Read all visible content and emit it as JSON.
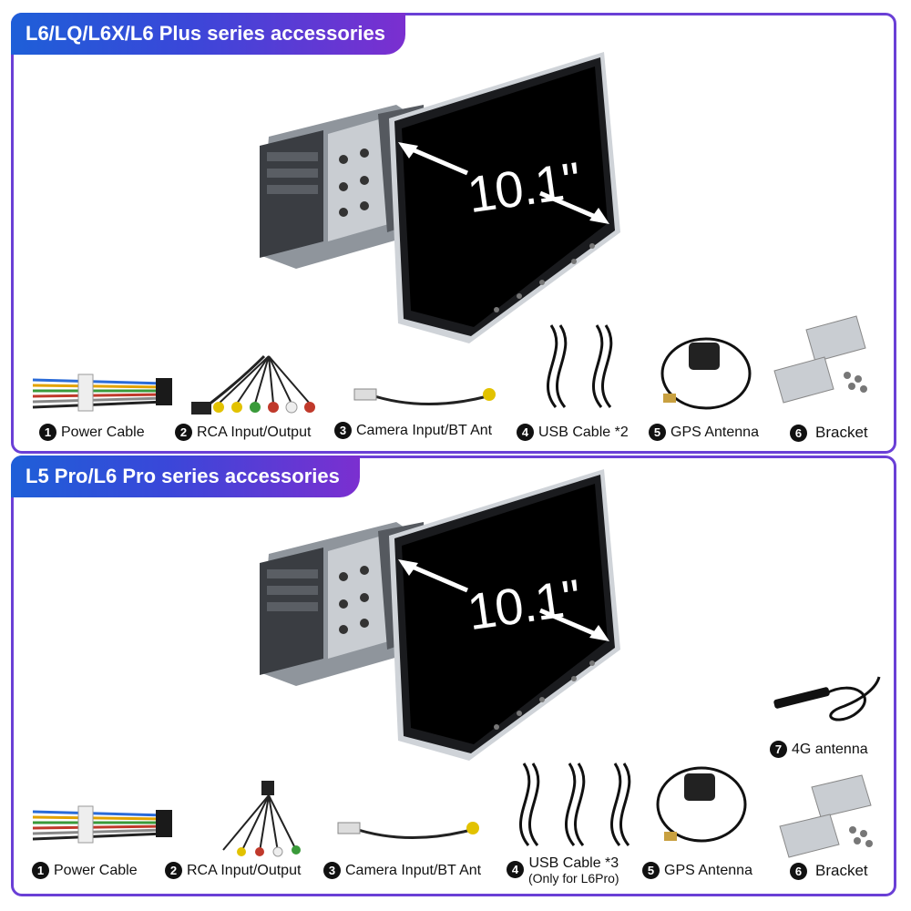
{
  "panel1": {
    "title": "L6/LQ/L6X/L6 Plus series accessories",
    "screen_size": "10.1\"",
    "items": [
      {
        "num": "1",
        "label": "Power Cable",
        "icon": "wire-harness-icon"
      },
      {
        "num": "2",
        "label": "RCA Input/Output",
        "icon": "rca-cable-icon"
      },
      {
        "num": "3",
        "label": "Camera Input/BT Ant",
        "icon": "camera-cable-icon"
      },
      {
        "num": "4",
        "label": "USB Cable *2",
        "icon": "usb-cable-icon"
      },
      {
        "num": "5",
        "label": "GPS Antenna",
        "icon": "gps-antenna-icon"
      },
      {
        "num": "6",
        "label": "Bracket",
        "icon": "bracket-icon"
      }
    ]
  },
  "panel2": {
    "title": "L5 Pro/L6 Pro series accessories",
    "screen_size": "10.1\"",
    "items": [
      {
        "num": "1",
        "label": "Power Cable",
        "icon": "wire-harness-icon"
      },
      {
        "num": "2",
        "label": "RCA Input/Output",
        "icon": "rca-cable-icon"
      },
      {
        "num": "3",
        "label": "Camera Input/BT Ant",
        "icon": "camera-cable-icon"
      },
      {
        "num": "4",
        "label": "USB Cable *3",
        "sublabel": "(Only for L6Pro)",
        "icon": "usb-cable-icon"
      },
      {
        "num": "5",
        "label": "GPS Antenna",
        "icon": "gps-antenna-icon"
      },
      {
        "num": "6",
        "label": "Bracket",
        "icon": "bracket-icon"
      },
      {
        "num": "7",
        "label": "4G antenna",
        "icon": "4g-antenna-icon"
      }
    ]
  }
}
